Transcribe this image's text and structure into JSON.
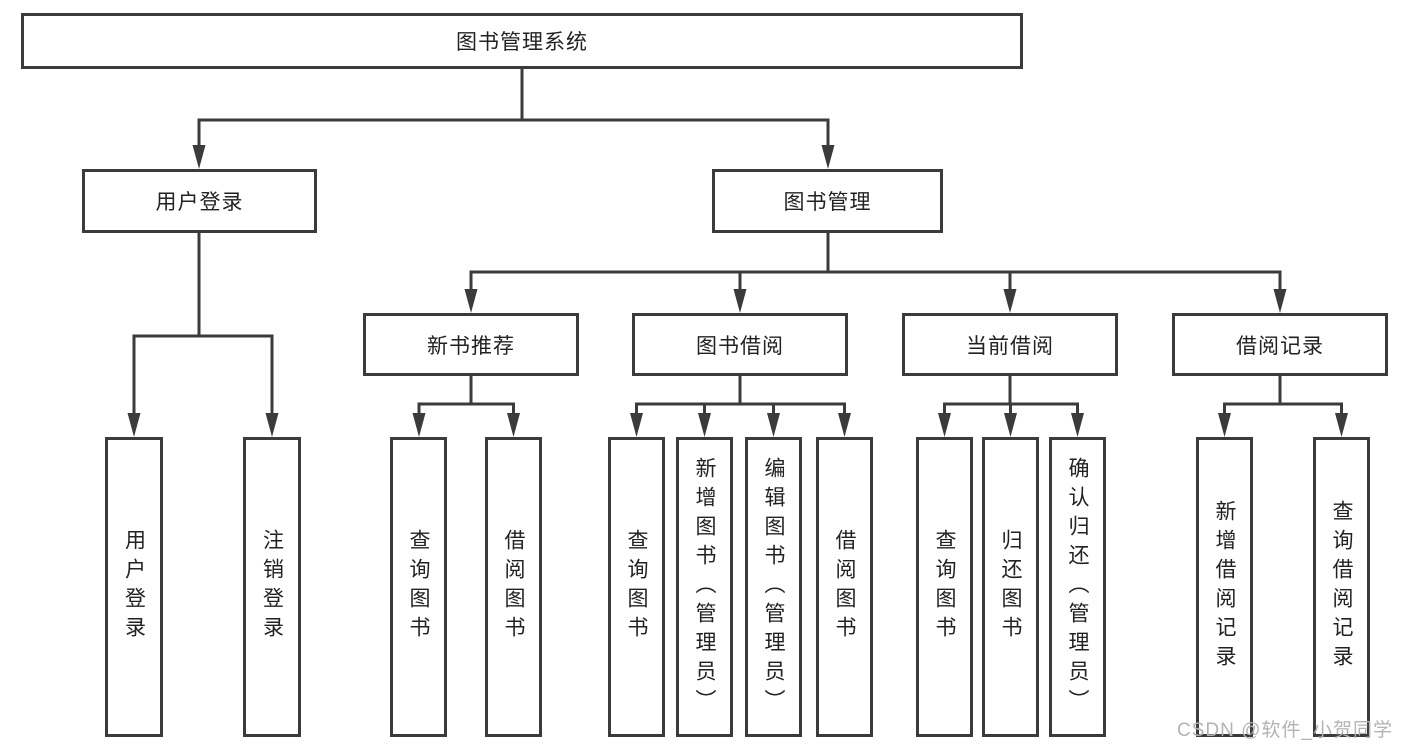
{
  "tree": {
    "label": "图书管理系统",
    "children": [
      {
        "label": "用户登录",
        "children": [
          {
            "label": "用户登录"
          },
          {
            "label": "注销登录"
          }
        ]
      },
      {
        "label": "图书管理",
        "children": [
          {
            "label": "新书推荐",
            "children": [
              {
                "label": "查询图书"
              },
              {
                "label": "借阅图书"
              }
            ]
          },
          {
            "label": "图书借阅",
            "children": [
              {
                "label": "查询图书"
              },
              {
                "label": "新增图书（管理员）"
              },
              {
                "label": "编辑图书（管理员）"
              },
              {
                "label": "借阅图书"
              }
            ]
          },
          {
            "label": "当前借阅",
            "children": [
              {
                "label": "查询图书"
              },
              {
                "label": "归还图书"
              },
              {
                "label": "确认归还（管理员）"
              }
            ]
          },
          {
            "label": "借阅记录",
            "children": [
              {
                "label": "新增借阅记录"
              },
              {
                "label": "查询借阅记录"
              }
            ]
          }
        ]
      }
    ]
  },
  "watermark": {
    "text": "CSDN @软件_小贺同学"
  },
  "colors": {
    "line": "#3b3b3b",
    "text": "#222222",
    "background": "#ffffff",
    "watermark": "#b3b3b3"
  }
}
